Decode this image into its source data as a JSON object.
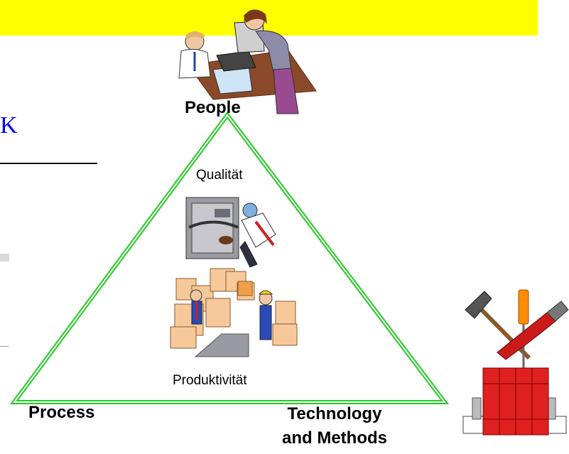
{
  "diagram": {
    "top_vertex_label": "People",
    "left_vertex_label": "Process",
    "right_vertex_label_line1": "Technology",
    "right_vertex_label_line2": "and Methods",
    "inner_top_label": "Qualität",
    "inner_bottom_label": "Produktivität",
    "left_edge_text": "K"
  },
  "colors": {
    "banner": "#ffff00",
    "triangle_stroke": "#22cc22",
    "link_blue": "#0000ff",
    "box_tan": "#f7c99a",
    "books_red": "#e02020"
  },
  "icons": {
    "people": "business-meeting-icon",
    "quality": "engineer-at-server-icon",
    "productivity": "workers-with-boxes-icon",
    "technology": "tools-and-books-icon"
  }
}
